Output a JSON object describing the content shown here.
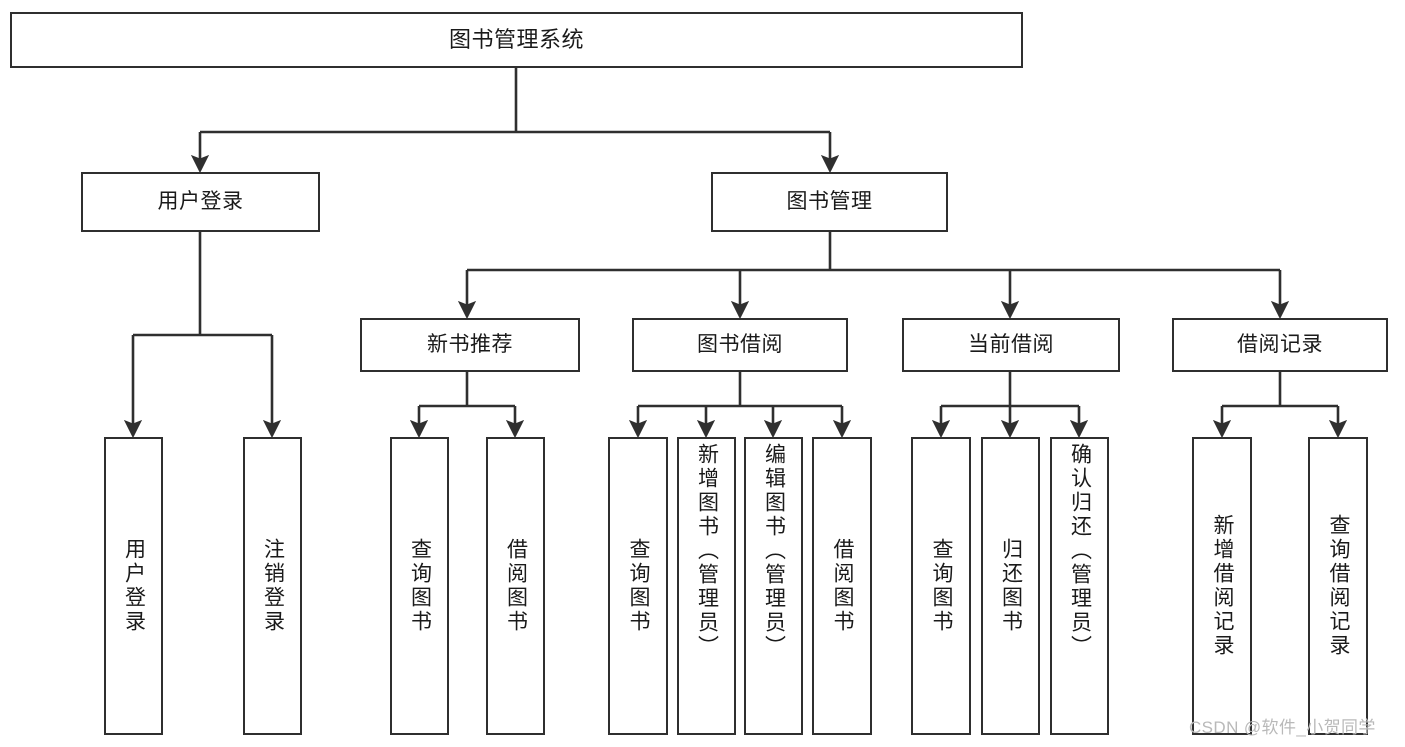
{
  "diagram": {
    "title": "图书管理系统",
    "type": "tree",
    "colors": {
      "stroke": "#2f2f2f",
      "fill": "#ffffff",
      "text": "#1a1a1a",
      "watermark": "#b9b9b9",
      "background": "#ffffff"
    },
    "root": {
      "id": "root",
      "label": "图书管理系统"
    },
    "level1": [
      {
        "id": "user-login",
        "label": "用户登录"
      },
      {
        "id": "book-manage",
        "label": "图书管理"
      }
    ],
    "level2": [
      {
        "id": "new-book-recommend",
        "label": "新书推荐",
        "parent": "book-manage"
      },
      {
        "id": "book-borrow",
        "label": "图书借阅",
        "parent": "book-manage"
      },
      {
        "id": "current-borrow",
        "label": "当前借阅",
        "parent": "book-manage"
      },
      {
        "id": "borrow-record",
        "label": "借阅记录",
        "parent": "book-manage"
      }
    ],
    "leaves": [
      {
        "id": "leaf-user-login",
        "label": "用户登录",
        "parent": "user-login"
      },
      {
        "id": "leaf-logout",
        "label": "注销登录",
        "parent": "user-login"
      },
      {
        "id": "leaf-query-book-1",
        "label": "查询图书",
        "parent": "new-book-recommend"
      },
      {
        "id": "leaf-borrow-book-1",
        "label": "借阅图书",
        "parent": "new-book-recommend"
      },
      {
        "id": "leaf-query-book-2",
        "label": "查询图书",
        "parent": "book-borrow"
      },
      {
        "id": "leaf-add-book",
        "label": "新增图书（管理员）",
        "parent": "book-borrow"
      },
      {
        "id": "leaf-edit-book",
        "label": "编辑图书（管理员）",
        "parent": "book-borrow"
      },
      {
        "id": "leaf-borrow-book-2",
        "label": "借阅图书",
        "parent": "book-borrow"
      },
      {
        "id": "leaf-query-book-3",
        "label": "查询图书",
        "parent": "current-borrow"
      },
      {
        "id": "leaf-return-book",
        "label": "归还图书",
        "parent": "current-borrow"
      },
      {
        "id": "leaf-confirm-return",
        "label": "确认归还（管理员）",
        "parent": "current-borrow"
      },
      {
        "id": "leaf-add-record",
        "label": "新增借阅记录",
        "parent": "borrow-record"
      },
      {
        "id": "leaf-query-record",
        "label": "查询借阅记录",
        "parent": "borrow-record"
      }
    ],
    "watermark": "CSDN @软件_小贺同学"
  }
}
